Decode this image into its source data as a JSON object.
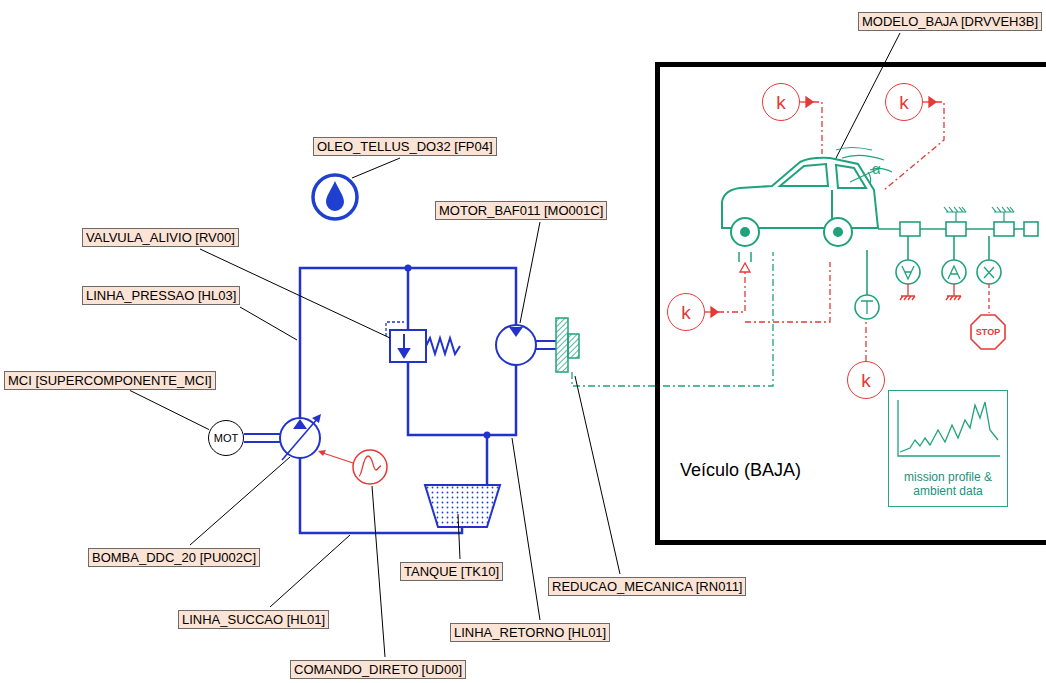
{
  "diagram": {
    "nodes": [
      {
        "text": [
          "MODELO_BAJA [DRVVEH3B]"
        ]
      },
      {
        "text": [
          "Veículo (BAJA)"
        ]
      },
      {
        "text": [
          "k"
        ],
        "in": 1
      },
      {
        "text": [
          "k"
        ],
        "in": 1
      },
      {
        "text": [
          "OLEO_TELLUS_DO32 [FP04]"
        ]
      },
      {
        "text": [
          "MOTOR_BAF011 [MO001C]"
        ]
      },
      {
        "text": [
          "VALVULA_ALIVIO [RV00]"
        ]
      },
      {
        "text": [
          "LINHA_PRESSAO [HL03]"
        ]
      },
      {
        "text": [
          "k"
        ],
        "in": 1
      },
      {
        "text": [
          "k"
        ],
        "in": 1
      },
      {
        "text": [
          "MCI [SUPERCOMPONENTE_MCI]"
        ]
      },
      {
        "text": [
          "MOT"
        ]
      },
      {
        "text": [
          "mission profile & ambient data"
        ],
        "in": 1
      },
      {
        "text": [
          "STOP"
        ],
        "in": 1
      },
      {
        "text": [
          "BOMBA_DDC_20 [PU002C]"
        ]
      },
      {
        "text": [
          "TANQUE [TK10]"
        ]
      },
      {
        "text": [
          "REDUCAO_MECANICA [RN011]"
        ]
      },
      {
        "text": [
          "LINHA_SUCCAO [HL01]"
        ]
      },
      {
        "text": [
          "LINHA_RETORNO [HL01]"
        ]
      },
      {
        "text": [
          "COMANDO_DIRETO [UD00]"
        ]
      }
    ],
    "edges": [
      {
        "from": 10,
        "to": 11,
        "arrow": "none"
      }
    ],
    "labels": [
      "α"
    ]
  }
}
